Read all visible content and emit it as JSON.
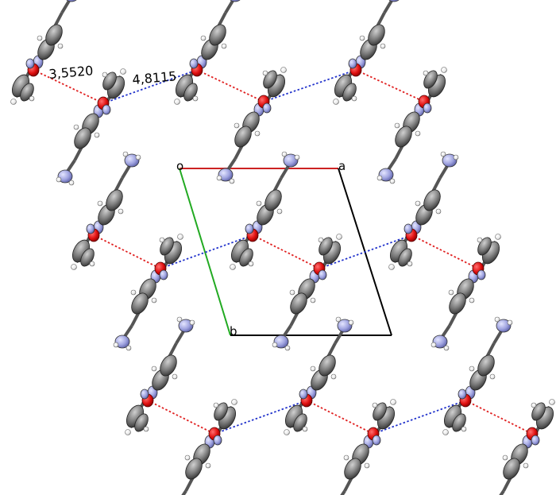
{
  "distances": {
    "short": "3,5520",
    "long": "4,8115"
  },
  "axes": {
    "origin": "o",
    "a": "a",
    "b": "b"
  },
  "colors": {
    "carbon": "#7c7c7c",
    "nitrogen": "#9fa3e0",
    "oxygen": "#e01010",
    "hydrogen": "#f2f2f2",
    "short_contact": "#e02020",
    "long_contact": "#2233cc",
    "axis_a": "#cc2222",
    "axis_b": "#22aa22",
    "cell_edge": "#000000"
  }
}
